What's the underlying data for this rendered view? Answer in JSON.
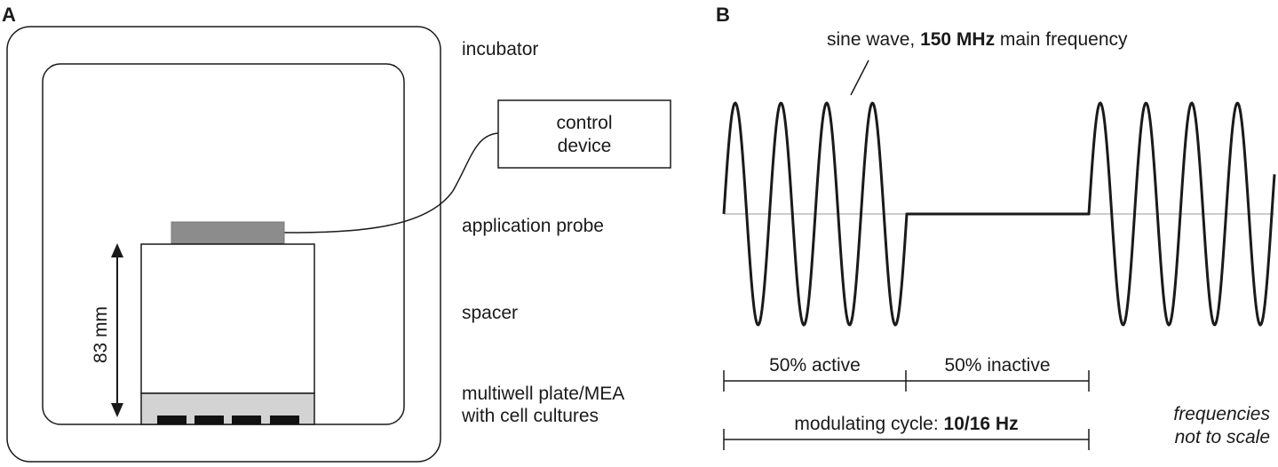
{
  "panel_a": {
    "letter": "A",
    "labels": {
      "incubator": "incubator",
      "control_device_line1": "control",
      "control_device_line2": "device",
      "application_probe": "application probe",
      "spacer": "spacer",
      "plate_line1": "multiwell plate/MEA",
      "plate_line2": "with cell cultures",
      "height": "83 mm"
    }
  },
  "panel_b": {
    "letter": "B",
    "sine_label_prefix": "sine wave, ",
    "sine_label_bold": "150 MHz",
    "sine_label_suffix": " main frequency",
    "active": "50% active",
    "inactive": "50% inactive",
    "cycle_prefix": "modulating cycle: ",
    "cycle_bold": "10/16 Hz",
    "note_line1": "frequencies",
    "note_line2": "not to scale"
  },
  "colors": {
    "line": "#1a1a1a",
    "probe": "#8c8c8c",
    "plate": "#d3d3d3",
    "wells": "#111111",
    "baseline": "#999999"
  }
}
